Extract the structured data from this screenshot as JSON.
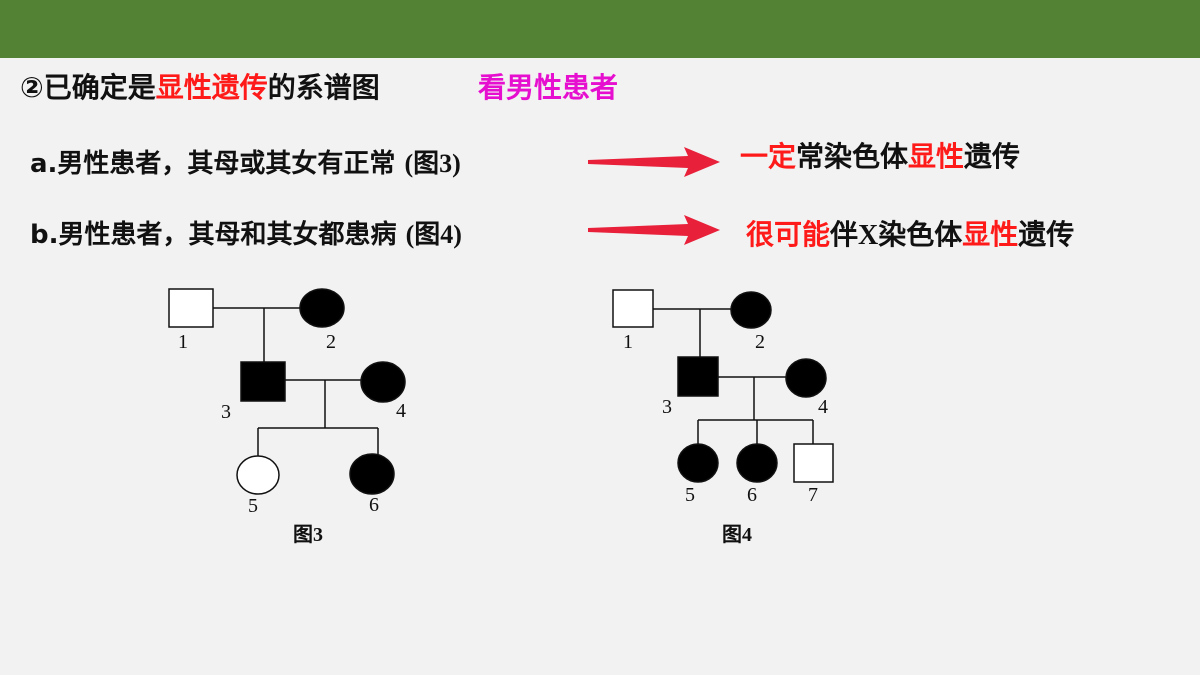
{
  "heading": {
    "prefix": "②已确定是",
    "highlight": "显性遗传",
    "suffix": "的系谱图"
  },
  "subtitle": "看男性患者",
  "rules": [
    {
      "text": "a.男性患者，其母或其女有正常",
      "ref": "(图3)",
      "conclusion": {
        "red": "一定",
        "mid": "常染色体",
        "red2": "显性",
        "tail": "遗传"
      }
    },
    {
      "text": "b.男性患者，其母和其女都患病",
      "ref": "(图4)",
      "conclusion": {
        "red": "很可能",
        "mid_a": "伴",
        "mid_x": "X",
        "mid_b": "染色体",
        "red2": "显性",
        "tail": "遗传"
      }
    }
  ],
  "figures": [
    {
      "caption": "图3",
      "individuals": [
        {
          "label": "1",
          "sex": "male",
          "affected": false
        },
        {
          "label": "2",
          "sex": "female",
          "affected": true
        },
        {
          "label": "3",
          "sex": "male",
          "affected": true
        },
        {
          "label": "4",
          "sex": "female",
          "affected": true
        },
        {
          "label": "5",
          "sex": "female",
          "affected": false
        },
        {
          "label": "6",
          "sex": "female",
          "affected": true
        }
      ]
    },
    {
      "caption": "图4",
      "individuals": [
        {
          "label": "1",
          "sex": "male",
          "affected": false
        },
        {
          "label": "2",
          "sex": "female",
          "affected": true
        },
        {
          "label": "3",
          "sex": "male",
          "affected": true
        },
        {
          "label": "4",
          "sex": "female",
          "affected": true
        },
        {
          "label": "5",
          "sex": "female",
          "affected": true
        },
        {
          "label": "6",
          "sex": "female",
          "affected": true
        },
        {
          "label": "7",
          "sex": "male",
          "affected": false
        }
      ]
    }
  ],
  "colors": {
    "header_bar": "#548235",
    "highlight_red": "#ff1a1a",
    "subtitle_magenta": "#e60ecf",
    "arrow_red": "#e8203a"
  }
}
